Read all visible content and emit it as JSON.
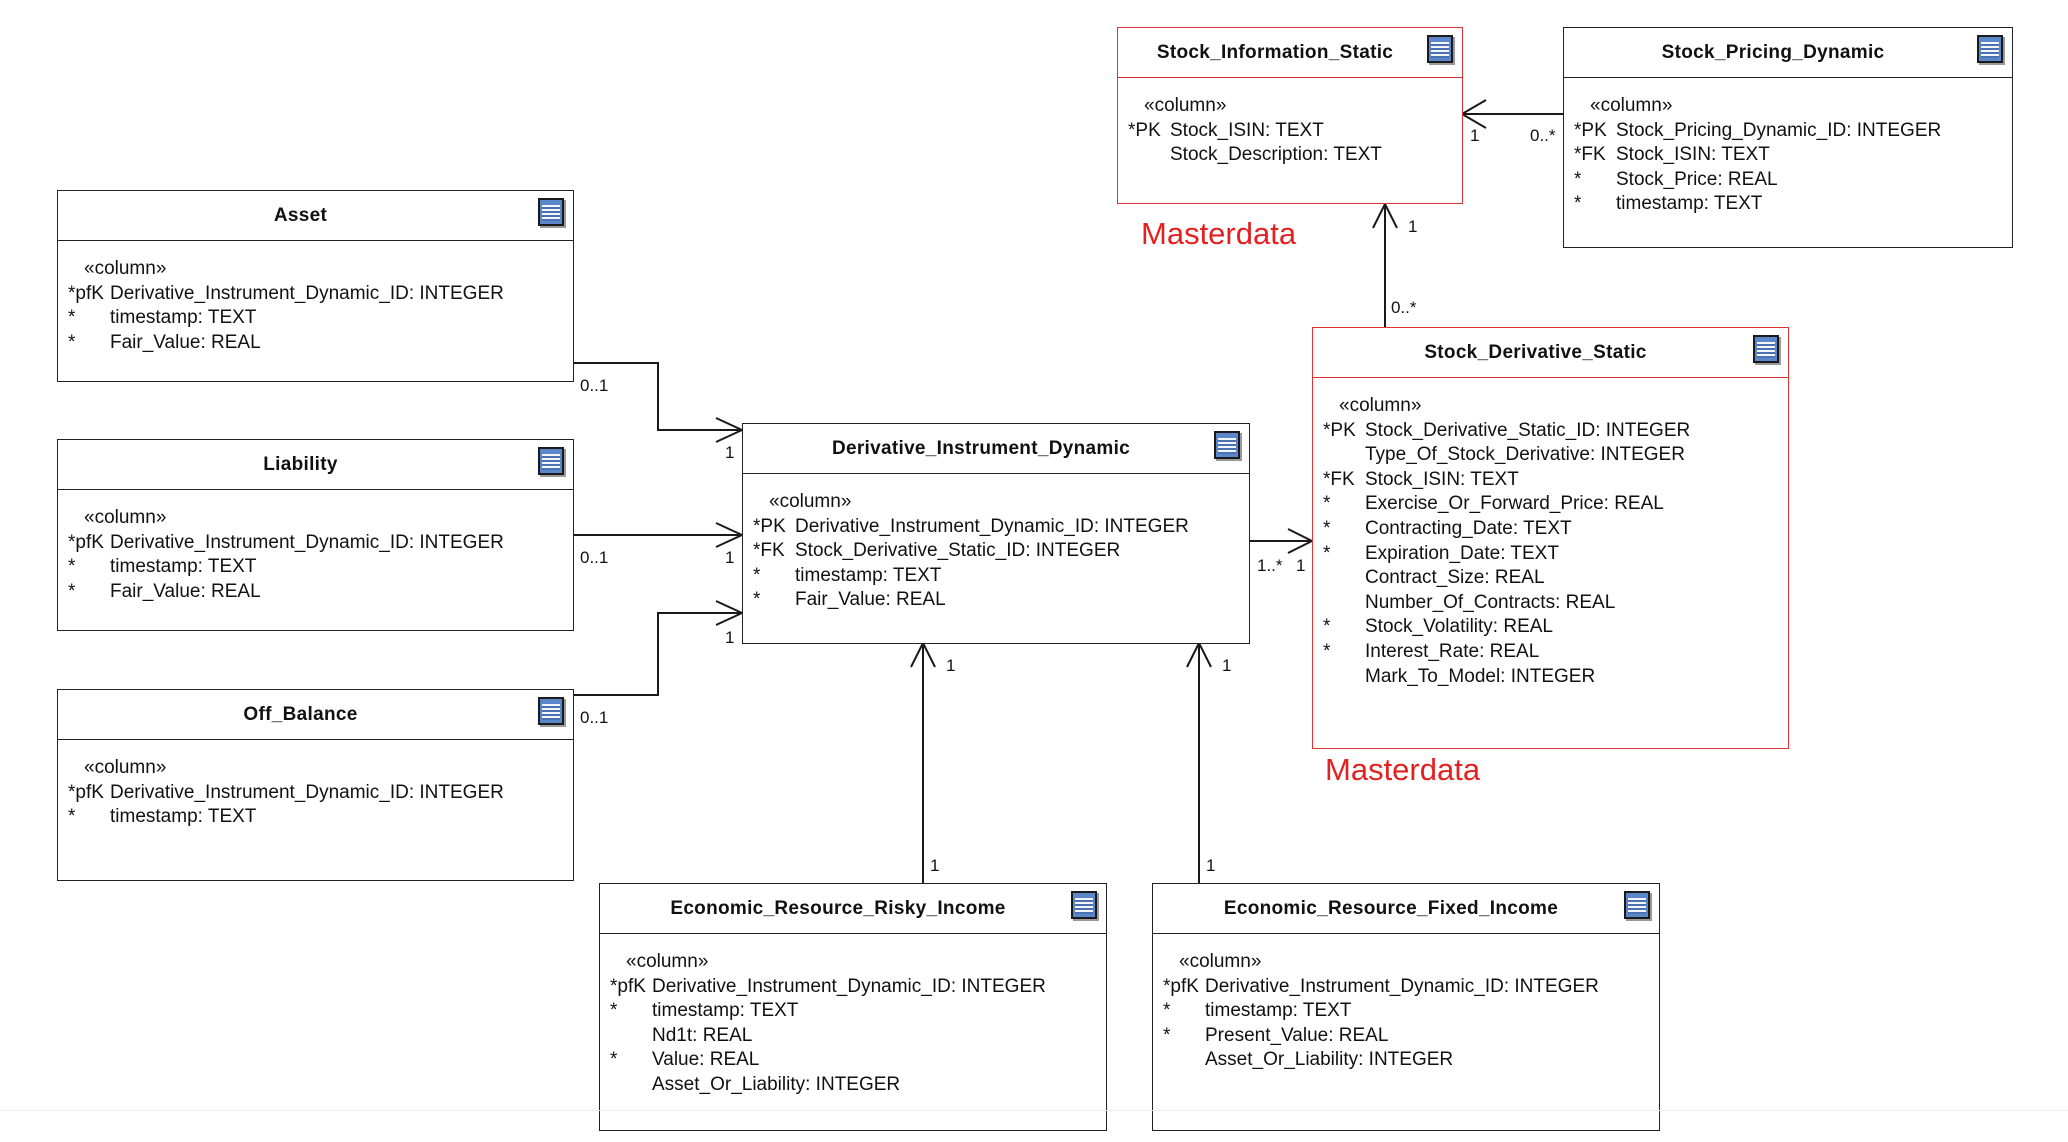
{
  "entities": {
    "stock_information_static": {
      "name": "Stock_Information_Static",
      "stereotype": "«column»",
      "columns": [
        {
          "key": "*PK",
          "text": "Stock_ISIN: TEXT"
        },
        {
          "key": "",
          "text": "Stock_Description: TEXT"
        }
      ]
    },
    "stock_pricing_dynamic": {
      "name": "Stock_Pricing_Dynamic",
      "stereotype": "«column»",
      "columns": [
        {
          "key": "*PK",
          "text": "Stock_Pricing_Dynamic_ID: INTEGER"
        },
        {
          "key": "*FK",
          "text": "Stock_ISIN: TEXT"
        },
        {
          "key": "*",
          "text": "Stock_Price: REAL"
        },
        {
          "key": "*",
          "text": "timestamp: TEXT"
        }
      ]
    },
    "asset": {
      "name": "Asset",
      "stereotype": "«column»",
      "columns": [
        {
          "key": "*pfK",
          "text": "Derivative_Instrument_Dynamic_ID: INTEGER"
        },
        {
          "key": "*",
          "text": "timestamp: TEXT"
        },
        {
          "key": "*",
          "text": "Fair_Value: REAL"
        }
      ]
    },
    "liability": {
      "name": "Liability",
      "stereotype": "«column»",
      "columns": [
        {
          "key": "*pfK",
          "text": "Derivative_Instrument_Dynamic_ID: INTEGER"
        },
        {
          "key": "*",
          "text": "timestamp: TEXT"
        },
        {
          "key": "*",
          "text": "Fair_Value: REAL"
        }
      ]
    },
    "off_balance": {
      "name": "Off_Balance",
      "stereotype": "«column»",
      "columns": [
        {
          "key": "*pfK",
          "text": "Derivative_Instrument_Dynamic_ID: INTEGER"
        },
        {
          "key": "*",
          "text": "timestamp: TEXT"
        }
      ]
    },
    "derivative_instrument_dynamic": {
      "name": "Derivative_Instrument_Dynamic",
      "stereotype": "«column»",
      "columns": [
        {
          "key": "*PK",
          "text": "Derivative_Instrument_Dynamic_ID: INTEGER"
        },
        {
          "key": "*FK",
          "text": "Stock_Derivative_Static_ID: INTEGER"
        },
        {
          "key": "*",
          "text": "timestamp: TEXT"
        },
        {
          "key": "*",
          "text": "Fair_Value: REAL"
        }
      ]
    },
    "stock_derivative_static": {
      "name": "Stock_Derivative_Static",
      "stereotype": "«column»",
      "columns": [
        {
          "key": "*PK",
          "text": "Stock_Derivative_Static_ID: INTEGER"
        },
        {
          "key": "",
          "text": "Type_Of_Stock_Derivative: INTEGER"
        },
        {
          "key": "*FK",
          "text": "Stock_ISIN: TEXT"
        },
        {
          "key": "*",
          "text": "Exercise_Or_Forward_Price: REAL"
        },
        {
          "key": "*",
          "text": "Contracting_Date: TEXT"
        },
        {
          "key": "*",
          "text": "Expiration_Date: TEXT"
        },
        {
          "key": "",
          "text": "Contract_Size: REAL"
        },
        {
          "key": "",
          "text": "Number_Of_Contracts: REAL"
        },
        {
          "key": "*",
          "text": "Stock_Volatility: REAL"
        },
        {
          "key": "*",
          "text": "Interest_Rate: REAL"
        },
        {
          "key": "",
          "text": "Mark_To_Model: INTEGER"
        }
      ]
    },
    "economic_resource_risky_income": {
      "name": "Economic_Resource_Risky_Income",
      "stereotype": "«column»",
      "columns": [
        {
          "key": "*pfK",
          "text": "Derivative_Instrument_Dynamic_ID: INTEGER"
        },
        {
          "key": "*",
          "text": "timestamp: TEXT"
        },
        {
          "key": "",
          "text": "Nd1t: REAL"
        },
        {
          "key": "*",
          "text": "Value: REAL"
        },
        {
          "key": "",
          "text": "Asset_Or_Liability: INTEGER"
        }
      ]
    },
    "economic_resource_fixed_income": {
      "name": "Economic_Resource_Fixed_Income",
      "stereotype": "«column»",
      "columns": [
        {
          "key": "*pfK",
          "text": "Derivative_Instrument_Dynamic_ID: INTEGER"
        },
        {
          "key": "*",
          "text": "timestamp: TEXT"
        },
        {
          "key": "*",
          "text": "Present_Value: REAL"
        },
        {
          "key": "",
          "text": "Asset_Or_Liability: INTEGER"
        }
      ]
    }
  },
  "masterdata_labels": {
    "top": "Masterdata",
    "right": "Masterdata"
  },
  "multiplicities": {
    "pricing_to_info_near": "1",
    "pricing_to_info_far": "0..*",
    "deriv_static_to_info_near": "1",
    "deriv_static_to_info_far": "0..*",
    "asset_source": "0..1",
    "asset_target": "1",
    "liability_source": "0..1",
    "liability_target": "1",
    "off_balance_source": "0..1",
    "off_balance_target": "1",
    "dynamic_to_static_source": "1..*",
    "dynamic_to_static_target": "1",
    "risky_target": "1",
    "risky_source": "1",
    "fixed_target": "1",
    "fixed_source": "1"
  },
  "colors": {
    "masterdata": "#e52020",
    "border": "#222222",
    "table_icon": "#5b86c9"
  },
  "icons": {
    "entity_header": "table-icon"
  }
}
